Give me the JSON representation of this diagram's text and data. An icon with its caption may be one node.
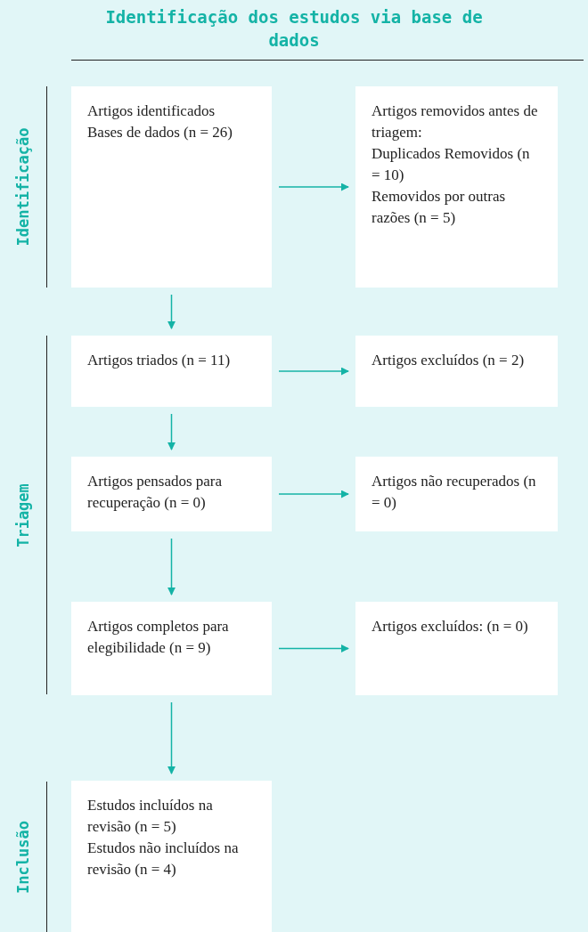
{
  "diagram": {
    "title": "Identificação dos estudos via base de dados",
    "nodes": [
      {
        "text": [
          "Artigos identificados",
          "Bases de dados (n = 26)"
        ]
      },
      {
        "text": [
          "Artigos removidos antes de triagem:",
          "Duplicados Removidos (n = 10)",
          "Removidos por outras razões (n = 5)"
        ]
      },
      {
        "text": [
          "Artigos triados (n = 11)"
        ]
      },
      {
        "text": [
          "Artigos excluídos (n = 2)"
        ]
      },
      {
        "text": [
          "Artigos pensados para recuperação (n = 0)"
        ]
      },
      {
        "text": [
          "Artigos não recuperados (n = 0)"
        ]
      },
      {
        "text": [
          "Artigos completos para elegibilidade (n = 9)"
        ]
      },
      {
        "text": [
          "Artigos excluídos: (n = 0)"
        ]
      },
      {
        "text": [
          "Estudos incluídos na revisão (n = 5)",
          "Estudos não incluídos na revisão (n = 4)"
        ]
      }
    ],
    "edges": [
      {
        "from": 0,
        "to": 1,
        "arrow": "to"
      },
      {
        "from": 0,
        "to": 2,
        "arrow": "to"
      },
      {
        "from": 2,
        "to": 3,
        "arrow": "to"
      },
      {
        "from": 2,
        "to": 4,
        "arrow": "to"
      },
      {
        "from": 4,
        "to": 5,
        "arrow": "to"
      },
      {
        "from": 4,
        "to": 6,
        "arrow": "to"
      },
      {
        "from": 6,
        "to": 7,
        "arrow": "to"
      },
      {
        "from": 6,
        "to": 8,
        "arrow": "to"
      }
    ],
    "labels": [
      "Identificação",
      "Triagem",
      "Inclusão"
    ]
  }
}
